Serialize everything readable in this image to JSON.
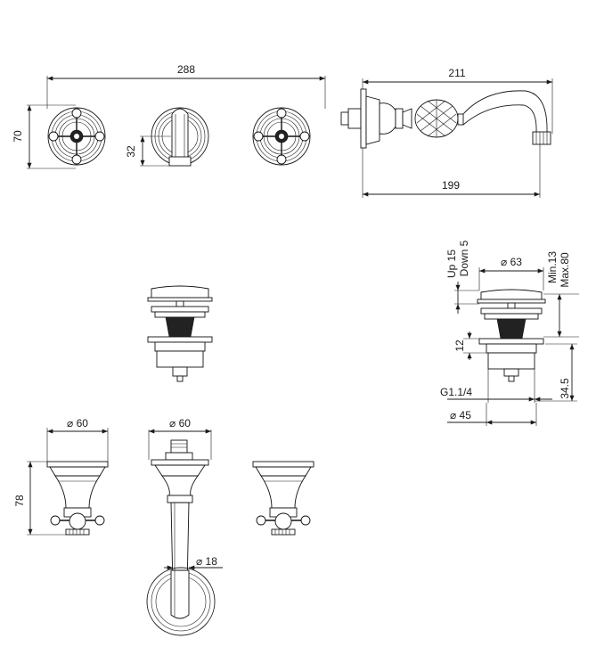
{
  "dimensions": {
    "front_overall_width": "288",
    "front_height": "70",
    "spout_center_height": "32",
    "spout_projection": "211",
    "spout_reach": "199",
    "waste_lift": "Up 15",
    "waste_drop": "Down 5",
    "waste_cap_diameter": "⌀ 63",
    "waste_min": "Min.13",
    "waste_max": "Max.80",
    "waste_flange": "12",
    "waste_thread": "G1.1/4",
    "waste_body_height": "34.5",
    "waste_body_diameter": "⌀ 45",
    "handle_diameter": "⌀ 60",
    "spout_escutcheon_diameter": "⌀ 60",
    "handle_height": "78",
    "spout_pipe_diameter": "⌀ 18"
  }
}
